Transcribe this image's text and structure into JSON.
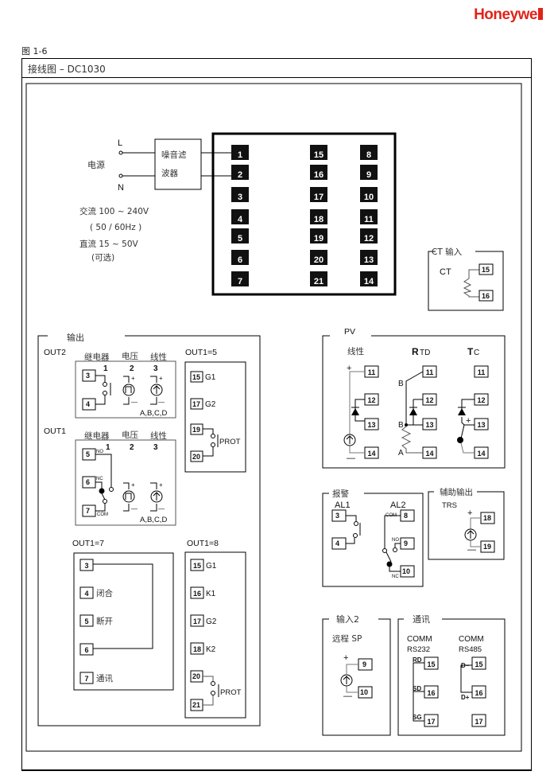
{
  "header": {
    "brand": "Honeywe",
    "figure_label": "图 1-6",
    "title": "接线图 – DC1030"
  },
  "power": {
    "label": "电源",
    "L": "L",
    "N": "N",
    "filter_line1": "噪音滤",
    "filter_line2": "波器",
    "ac": "交流 100 ~ 240V",
    "freq": "( 50 / 60Hz  )",
    "dc": "直流 15 ~ 50V",
    "optional": "(可选)"
  },
  "terminal_block": {
    "col1": [
      "1",
      "2",
      "3",
      "4",
      "5",
      "6",
      "7"
    ],
    "col2": [
      "15",
      "16",
      "17",
      "18",
      "19",
      "20",
      "21"
    ],
    "col3": [
      "8",
      "9",
      "10",
      "11",
      "12",
      "13",
      "14"
    ]
  },
  "ct_input": {
    "title": "CT 输入",
    "label": "CT",
    "terminals": [
      "15",
      "16"
    ]
  },
  "output": {
    "title": "输出",
    "out2": {
      "label": "OUT2",
      "types": [
        "继电器",
        "电压",
        "线性"
      ],
      "type_nums": [
        "1",
        "2",
        "3"
      ],
      "terminals": [
        "3",
        "4"
      ],
      "note": "A,B,C,D"
    },
    "out1": {
      "label": "OUT1",
      "types": [
        "继电器",
        "电压",
        "线性"
      ],
      "type_nums": [
        "1",
        "2",
        "3"
      ],
      "terminals": [
        "5",
        "6",
        "7"
      ],
      "no": "NO",
      "nc": "NC",
      "com": "COM",
      "note": "A,B,C,D"
    },
    "out1_5": {
      "label": "OUT1=5",
      "rows": [
        {
          "t": "15",
          "l": "G1"
        },
        {
          "t": "17",
          "l": "G2"
        }
      ],
      "prot_terms": [
        "19",
        "20"
      ],
      "prot": "PROT"
    },
    "out1_7": {
      "label": "OUT1=7",
      "rows": [
        {
          "t": "3",
          "l": ""
        },
        {
          "t": "4",
          "l": "闭合"
        },
        {
          "t": "5",
          "l": "断开"
        },
        {
          "t": "6",
          "l": ""
        },
        {
          "t": "7",
          "l": "通讯"
        }
      ]
    },
    "out1_8": {
      "label": "OUT1=8",
      "rows": [
        {
          "t": "15",
          "l": "G1"
        },
        {
          "t": "16",
          "l": "K1"
        },
        {
          "t": "17",
          "l": "G2"
        },
        {
          "t": "18",
          "l": "K2"
        }
      ],
      "prot_terms": [
        "20",
        "21"
      ],
      "prot": "PROT"
    }
  },
  "pv": {
    "title": "PV",
    "linear": "线性",
    "rtd_big": "R",
    "rtd_small": "TD",
    "tc_big": "T",
    "tc_small": "C",
    "terminals": [
      "11",
      "12",
      "13",
      "14"
    ],
    "b": "B",
    "a": "A",
    "plus": "+",
    "minus": "−"
  },
  "alarm": {
    "title": "报警",
    "al1": "AL1",
    "al2": "AL2",
    "al1_terms": [
      "3",
      "4"
    ],
    "al2_terms": [
      "8",
      "9",
      "10"
    ],
    "com": "COM",
    "no": "NO",
    "nc": "NC"
  },
  "aux": {
    "title": "辅助输出",
    "label": "TRS",
    "terminals": [
      "18",
      "19"
    ]
  },
  "input2": {
    "title": "输入2",
    "label": "远程 SP",
    "terminals": [
      "9",
      "10"
    ]
  },
  "comm": {
    "title": "通讯",
    "rs232": {
      "l1": "COMM",
      "l2": "RS232",
      "pins": [
        {
          "t": "15",
          "l": "RD"
        },
        {
          "t": "16",
          "l": "SD"
        },
        {
          "t": "17",
          "l": "SG"
        }
      ]
    },
    "rs485": {
      "l1": "COMM",
      "l2": "RS485",
      "pins": [
        {
          "t": "15",
          "l": "D−"
        },
        {
          "t": "16",
          "l": "D+"
        },
        {
          "t": "17",
          "l": ""
        }
      ]
    }
  }
}
